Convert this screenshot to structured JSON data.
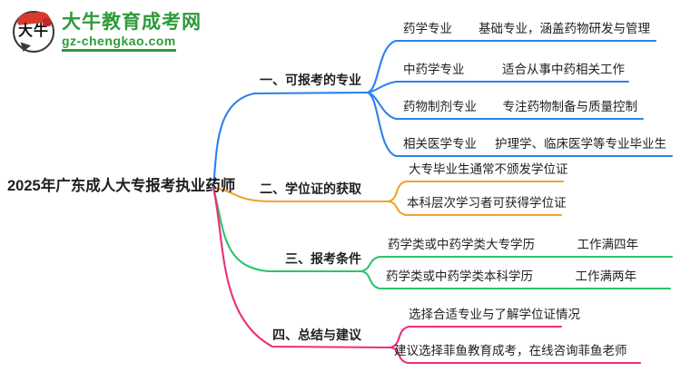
{
  "logo": {
    "icon_chars": "大牛",
    "title": "大牛教育成考网",
    "domain": "gz-chengkao.com"
  },
  "root": {
    "label": "2025年广东成人大专报考执业药师"
  },
  "branches": [
    {
      "label": "一、可报考的专业",
      "children": [
        {
          "label": "药学专业",
          "desc": "基础专业，涵盖药物研发与管理"
        },
        {
          "label": "中药学专业",
          "desc": "适合从事中药相关工作"
        },
        {
          "label": "药物制剂专业",
          "desc": "专注药物制备与质量控制"
        },
        {
          "label": "相关医学专业",
          "desc": "护理学、临床医学等专业毕业生"
        }
      ]
    },
    {
      "label": "二、学位证的获取",
      "children": [
        {
          "label": "大专毕业生通常不颁发学位证"
        },
        {
          "label": "本科层次学习者可获得学位证"
        }
      ]
    },
    {
      "label": "三、报考条件",
      "children": [
        {
          "label": "药学类或中药学类大专学历",
          "desc": "工作满四年"
        },
        {
          "label": "药学类或中药学类本科学历",
          "desc": "工作满两年"
        }
      ]
    },
    {
      "label": "四、总结与建议",
      "children": [
        {
          "label": "选择合适专业与了解学位证情况"
        },
        {
          "label": "建议选择菲鱼教育成考，在线咨询菲鱼老师"
        }
      ]
    }
  ],
  "colors": {
    "branch1": "#2b82ec",
    "branch2": "#efa32b",
    "branch3": "#2bc46c",
    "branch4": "#ee2d7c",
    "logo_green": "#2e9b3a",
    "logo_red": "#d93a2b",
    "text": "#1f1f1f"
  }
}
